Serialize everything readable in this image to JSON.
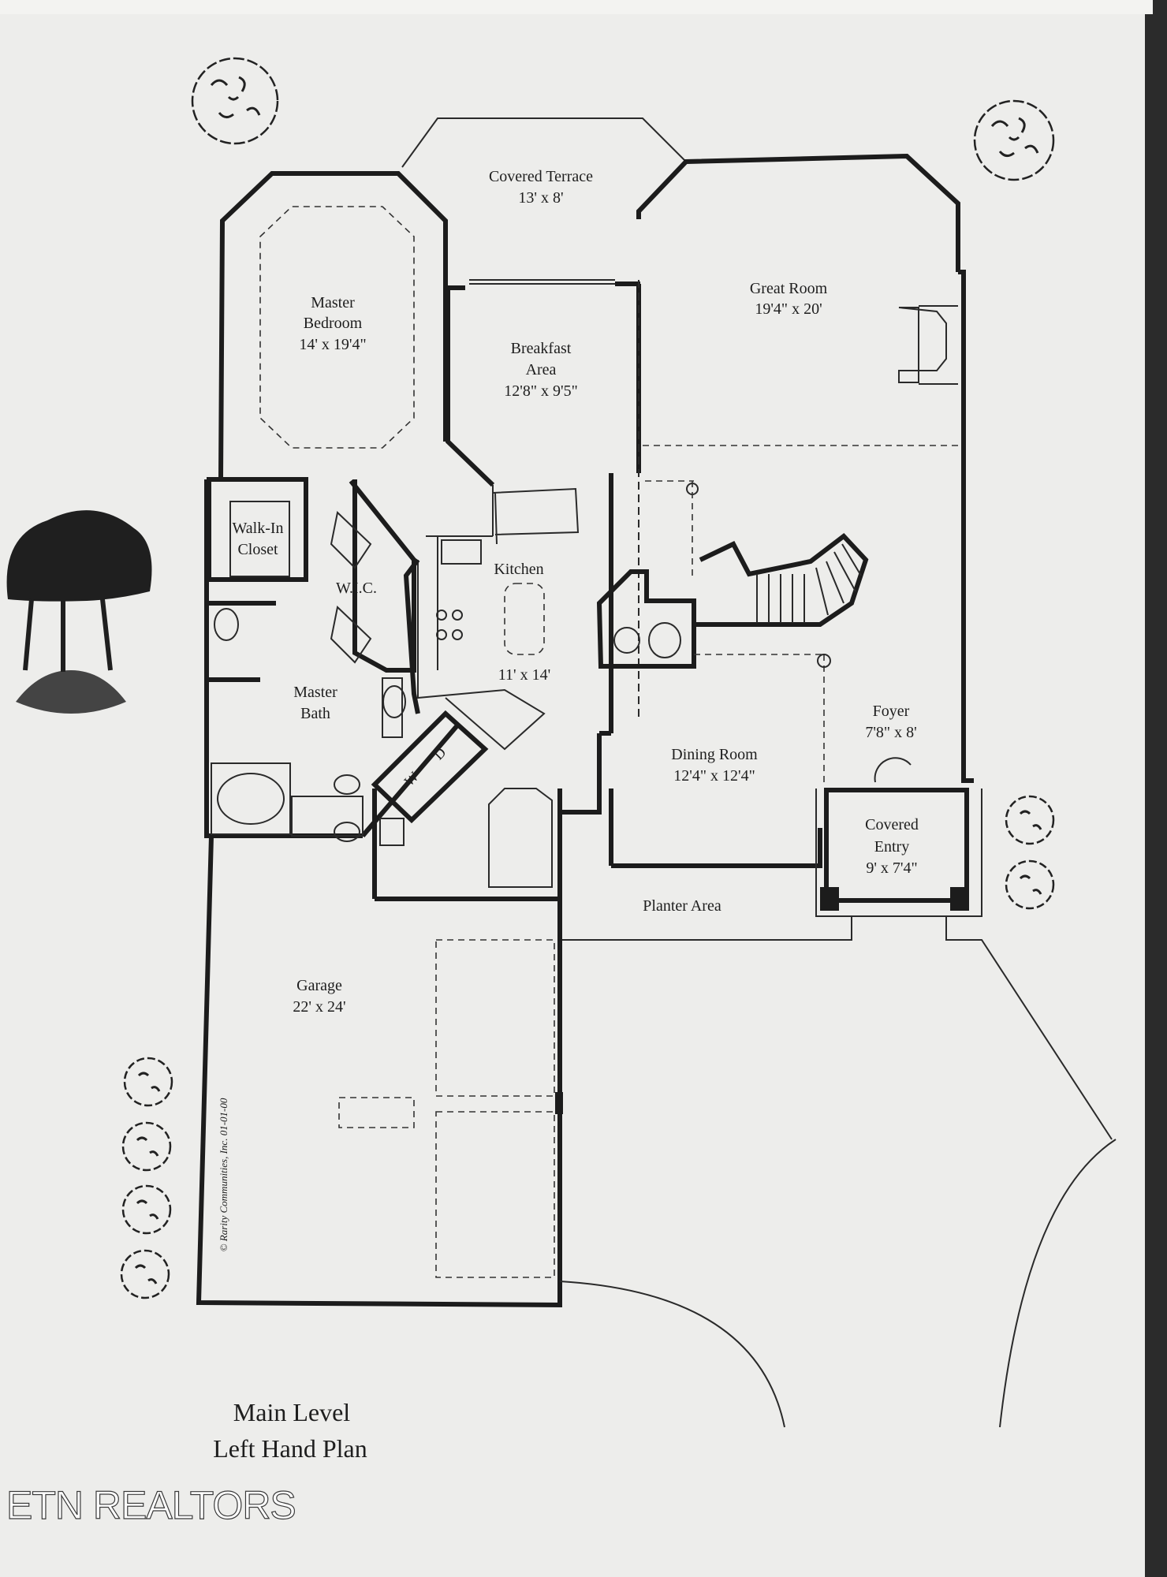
{
  "plan": {
    "title_line1": "Main Level",
    "title_line2": "Left Hand Plan",
    "copyright": "© Rarity Communities, Inc. 01-01-00"
  },
  "rooms": {
    "covered_terrace": {
      "name": "Covered Terrace",
      "size": "13' x 8'"
    },
    "master_bedroom": {
      "name_l1": "Master",
      "name_l2": "Bedroom",
      "size": "14' x 19'4\""
    },
    "breakfast_area": {
      "name_l1": "Breakfast",
      "name_l2": "Area",
      "size": "12'8\" x 9'5\""
    },
    "great_room": {
      "name": "Great Room",
      "size": "19'4\" x 20'"
    },
    "walk_in_closet": {
      "name_l1": "Walk-In",
      "name_l2": "Closet"
    },
    "wic": {
      "name": "W.I.C."
    },
    "kitchen": {
      "name": "Kitchen",
      "size": "11' x 14'"
    },
    "master_bath": {
      "name_l1": "Master",
      "name_l2": "Bath"
    },
    "foyer": {
      "name": "Foyer",
      "size": "7'8\" x 8'"
    },
    "dining_room": {
      "name": "Dining Room",
      "size": "12'4\" x 12'4\""
    },
    "covered_entry": {
      "name_l1": "Covered",
      "name_l2": "Entry",
      "size": "9' x 7'4\""
    },
    "planter_area": {
      "name": "Planter Area"
    },
    "garage": {
      "name": "Garage",
      "size": "22' x 24'"
    },
    "washer": {
      "name": "W"
    },
    "dryer": {
      "name": "D"
    }
  },
  "watermark": {
    "text": "ETN REALTORS"
  },
  "colors": {
    "paper": "#eeeeec",
    "ink": "#1c1c1c",
    "shadow": "#cfcfcd"
  }
}
